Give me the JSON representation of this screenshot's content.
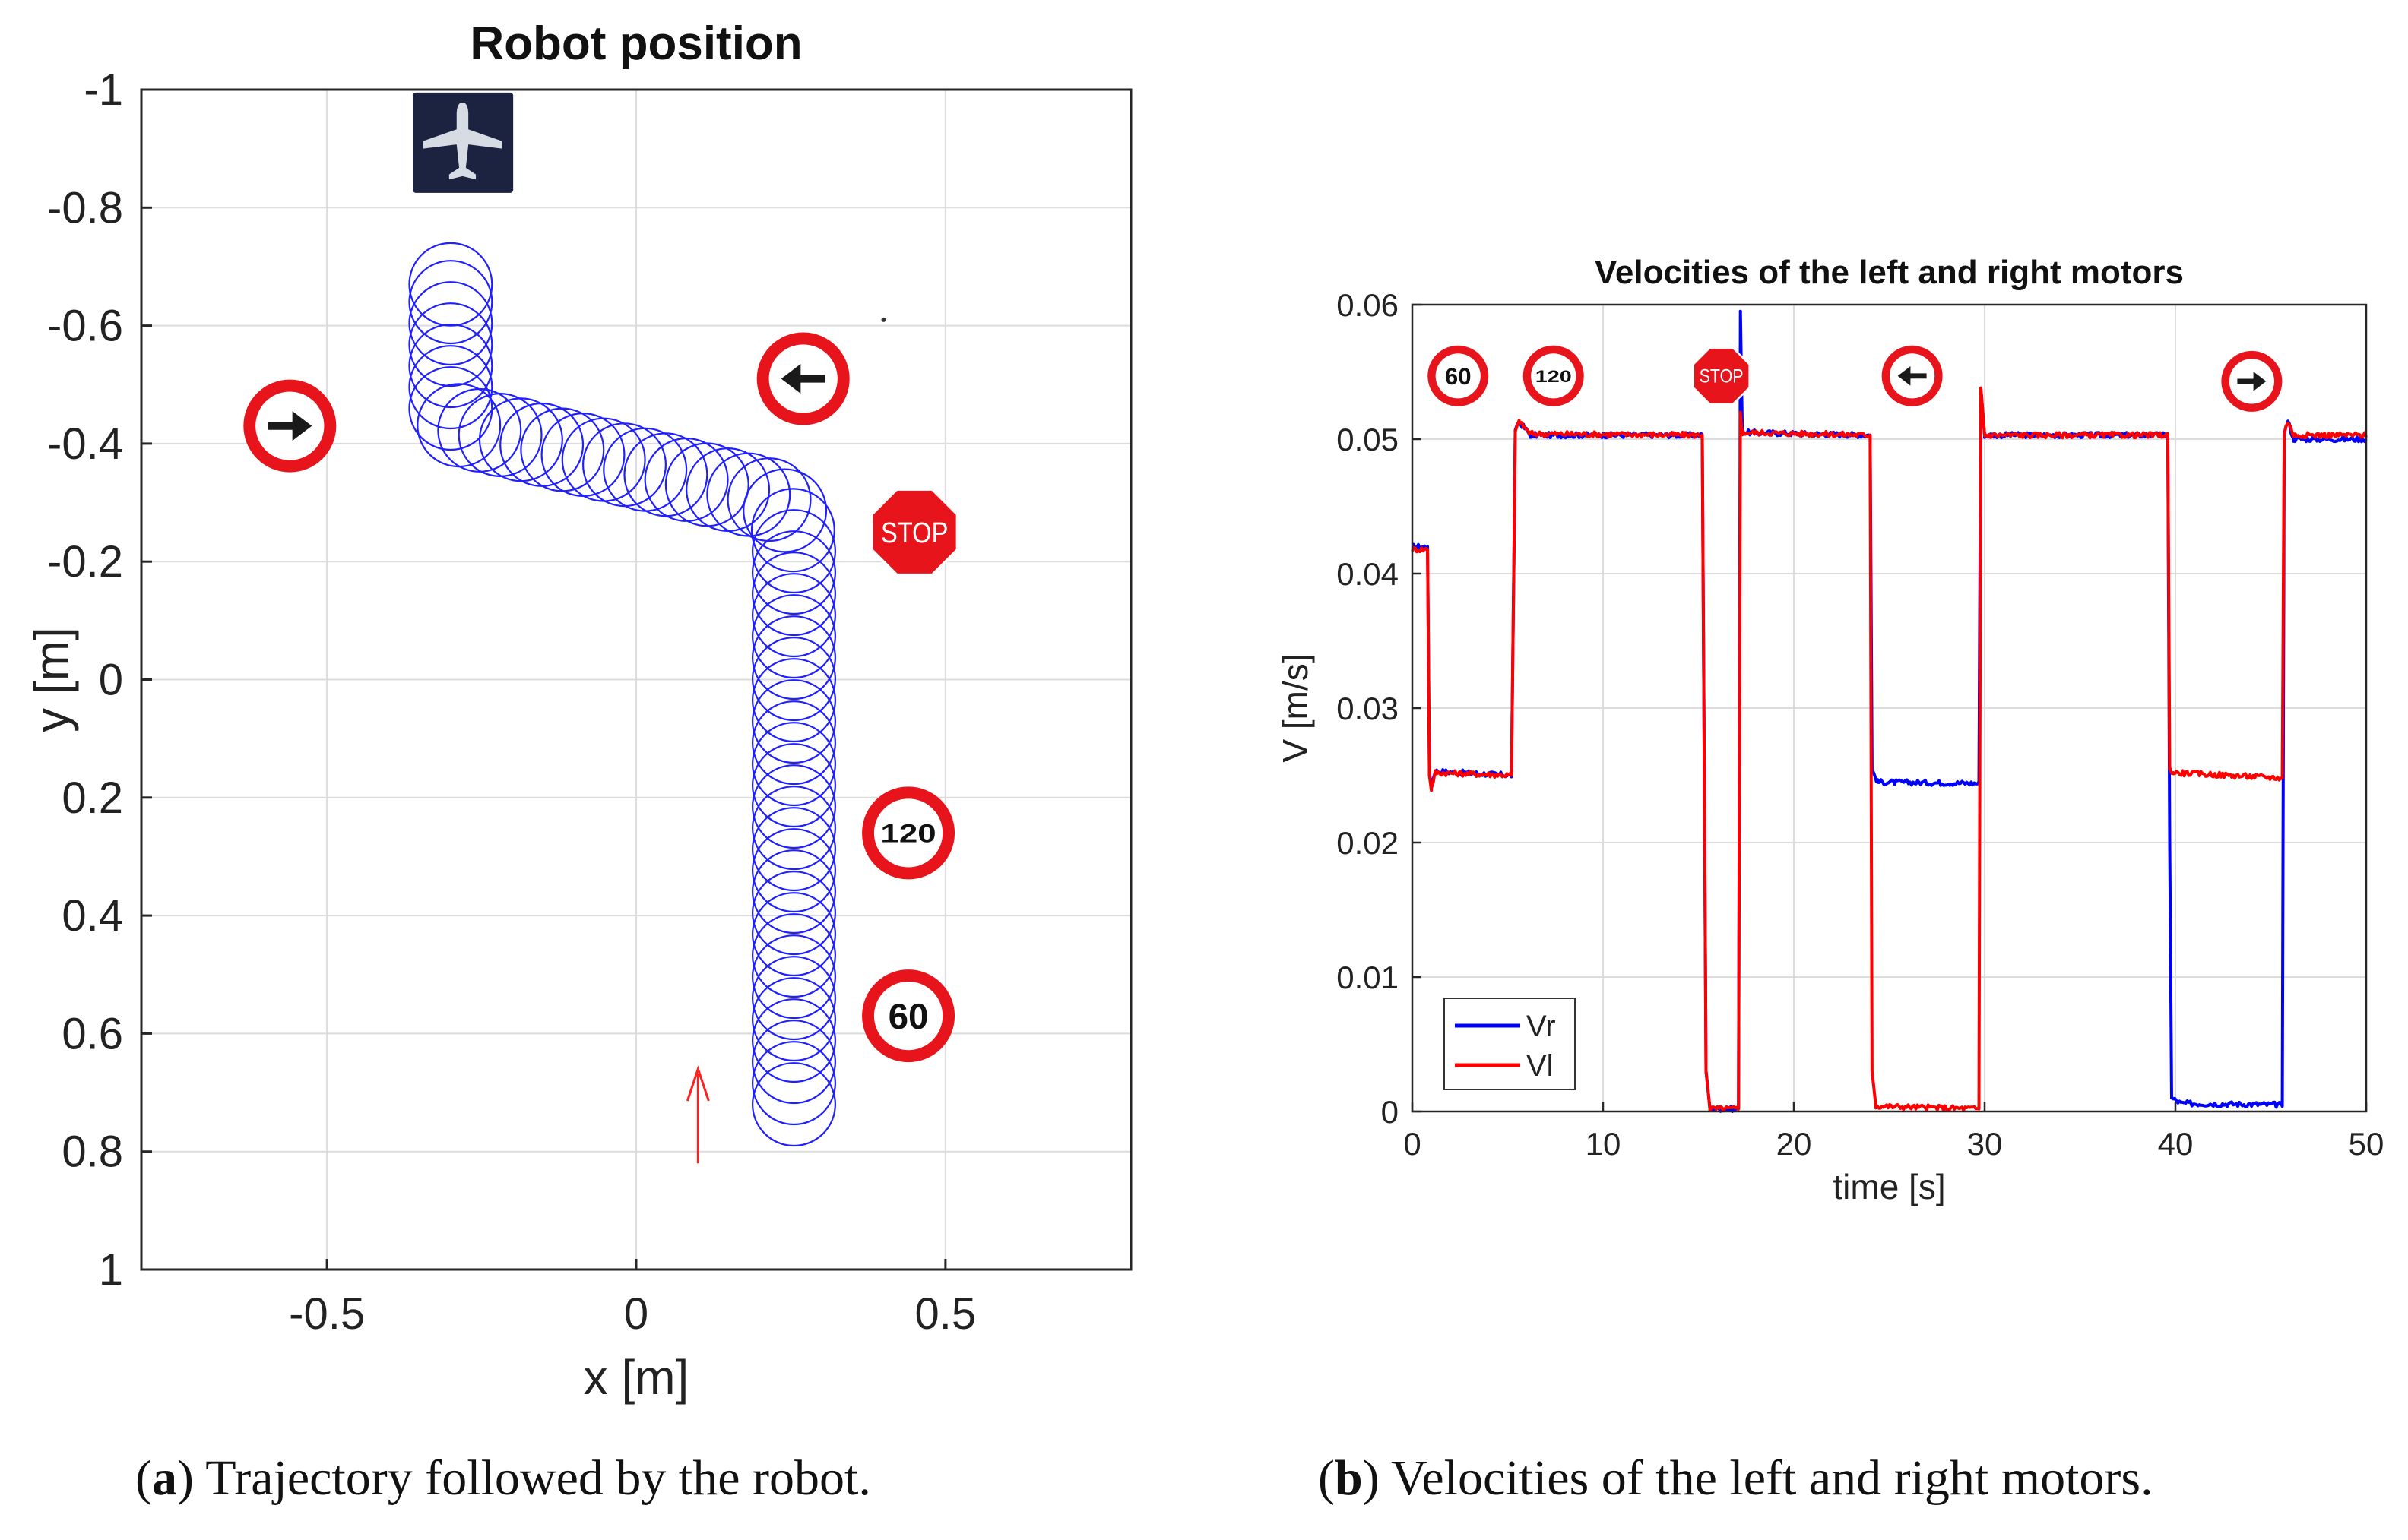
{
  "chart_data": [
    {
      "type": "scatter",
      "panel": "a",
      "title": "Robot position",
      "xlabel": "x [m]",
      "ylabel": "y [m]",
      "xlim": [
        -0.8,
        0.8
      ],
      "ylim": [
        -1,
        1
      ],
      "y_reversed": true,
      "grid": true,
      "xticks": [
        -0.5,
        0,
        0.5
      ],
      "xtick_labels": [
        "-0.5",
        "0",
        "0.5"
      ],
      "yticks": [
        -1,
        -0.8,
        -0.6,
        -0.4,
        -0.2,
        0,
        0.2,
        0.4,
        0.6,
        0.8,
        1
      ],
      "ytick_labels": [
        "-1",
        "-0.8",
        "-0.6",
        "-0.4",
        "-0.2",
        "0",
        "0.2",
        "0.4",
        "0.6",
        "0.8",
        "1"
      ],
      "robot_circle_radius": 0.07,
      "robot_path": [
        {
          "x": 0.255,
          "y": 0.72
        },
        {
          "x": 0.255,
          "y": -0.25
        },
        {
          "x": 0.235,
          "y": -0.3
        },
        {
          "x": -0.2,
          "y": -0.41
        },
        {
          "x": -0.285,
          "y": -0.43
        },
        {
          "x": -0.3,
          "y": -0.44
        },
        {
          "x": -0.3,
          "y": -0.67
        }
      ],
      "robot_color": "#1f1fff",
      "start_arrow": {
        "x": 0.1,
        "y_from": 0.82,
        "y_to": 0.66,
        "color": "#ff2020"
      },
      "signs": [
        {
          "kind": "airport",
          "x": -0.28,
          "y": -0.91
        },
        {
          "kind": "arrow-right",
          "x": -0.56,
          "y": -0.43
        },
        {
          "kind": "arrow-left",
          "x": 0.27,
          "y": -0.51
        },
        {
          "kind": "stop",
          "label": "STOP",
          "x": 0.45,
          "y": -0.25
        },
        {
          "kind": "speed",
          "label": "120",
          "x": 0.44,
          "y": 0.26
        },
        {
          "kind": "speed",
          "label": "60",
          "x": 0.44,
          "y": 0.57
        }
      ]
    },
    {
      "type": "line",
      "panel": "b",
      "title": "Velocities of the left and right motors",
      "xlabel": "time [s]",
      "ylabel": "V [m/s]",
      "xlim": [
        0,
        50
      ],
      "ylim": [
        0,
        0.06
      ],
      "grid": true,
      "xticks": [
        0,
        10,
        20,
        30,
        40,
        50
      ],
      "xtick_labels": [
        "0",
        "10",
        "20",
        "30",
        "40",
        "50"
      ],
      "yticks": [
        0,
        0.01,
        0.02,
        0.03,
        0.04,
        0.05,
        0.06
      ],
      "ytick_labels": [
        "0",
        "0.01",
        "0.02",
        "0.03",
        "0.04",
        "0.05",
        "0.06"
      ],
      "legend_position": "bottom-left",
      "series": [
        {
          "name": "Vr",
          "color": "#0000ff",
          "points": [
            [
              0,
              0.042
            ],
            [
              0.8,
              0.042
            ],
            [
              0.9,
              0.025
            ],
            [
              1.0,
              0.0242
            ],
            [
              1.2,
              0.0253
            ],
            [
              5.2,
              0.025
            ],
            [
              5.4,
              0.0505
            ],
            [
              5.6,
              0.0513
            ],
            [
              6.2,
              0.0503
            ],
            [
              15.2,
              0.0503
            ],
            [
              15.4,
              0.003
            ],
            [
              15.6,
              0.0002
            ],
            [
              17.1,
              0.0002
            ],
            [
              17.2,
              0.0595
            ],
            [
              17.3,
              0.0505
            ],
            [
              24,
              0.0503
            ],
            [
              24.1,
              0.0254
            ],
            [
              24.4,
              0.0245
            ],
            [
              29.7,
              0.0244
            ],
            [
              29.8,
              0.0538
            ],
            [
              30,
              0.0503
            ],
            [
              39.6,
              0.0503
            ],
            [
              39.7,
              0.02
            ],
            [
              39.8,
              0.001
            ],
            [
              40.3,
              0.0006
            ],
            [
              45.6,
              0.0005
            ],
            [
              45.7,
              0.0505
            ],
            [
              45.9,
              0.0513
            ],
            [
              46.2,
              0.05
            ],
            [
              50,
              0.05
            ]
          ]
        },
        {
          "name": "Vl",
          "color": "#ff0000",
          "points": [
            [
              0,
              0.0418
            ],
            [
              0.8,
              0.0418
            ],
            [
              0.9,
              0.025
            ],
            [
              1.0,
              0.024
            ],
            [
              1.2,
              0.0252
            ],
            [
              5.2,
              0.025
            ],
            [
              5.4,
              0.0505
            ],
            [
              5.6,
              0.0513
            ],
            [
              6.2,
              0.0504
            ],
            [
              15.2,
              0.0503
            ],
            [
              15.4,
              0.003
            ],
            [
              15.6,
              0.0002
            ],
            [
              17.1,
              0.0002
            ],
            [
              17.2,
              0.052
            ],
            [
              17.3,
              0.0505
            ],
            [
              24,
              0.0503
            ],
            [
              24.1,
              0.003
            ],
            [
              24.3,
              0.0004
            ],
            [
              29.7,
              0.0002
            ],
            [
              29.8,
              0.0538
            ],
            [
              30,
              0.0503
            ],
            [
              39.6,
              0.0503
            ],
            [
              39.7,
              0.0255
            ],
            [
              39.9,
              0.0252
            ],
            [
              45.6,
              0.0248
            ],
            [
              45.7,
              0.0505
            ],
            [
              45.9,
              0.0513
            ],
            [
              46.2,
              0.0503
            ],
            [
              50,
              0.0503
            ]
          ]
        }
      ],
      "signs": [
        {
          "kind": "speed",
          "label": "60",
          "x": 2.4,
          "y": 0.0547
        },
        {
          "kind": "speed",
          "label": "120",
          "x": 7.4,
          "y": 0.0547
        },
        {
          "kind": "stop",
          "label": "STOP",
          "x": 16.2,
          "y": 0.0547
        },
        {
          "kind": "arrow-left",
          "x": 26.2,
          "y": 0.0547
        },
        {
          "kind": "arrow-right",
          "x": 44,
          "y": 0.0543
        }
      ]
    }
  ],
  "captions": {
    "a_label": "a",
    "a_text": " Trajectory followed by the robot.",
    "b_label": "b",
    "b_text": " Velocities of the left and right motors."
  },
  "colors": {
    "sign_red": "#e8141c",
    "sign_dark": "#1b2340",
    "axis": "#262626",
    "grid": "#dcdcdc"
  }
}
